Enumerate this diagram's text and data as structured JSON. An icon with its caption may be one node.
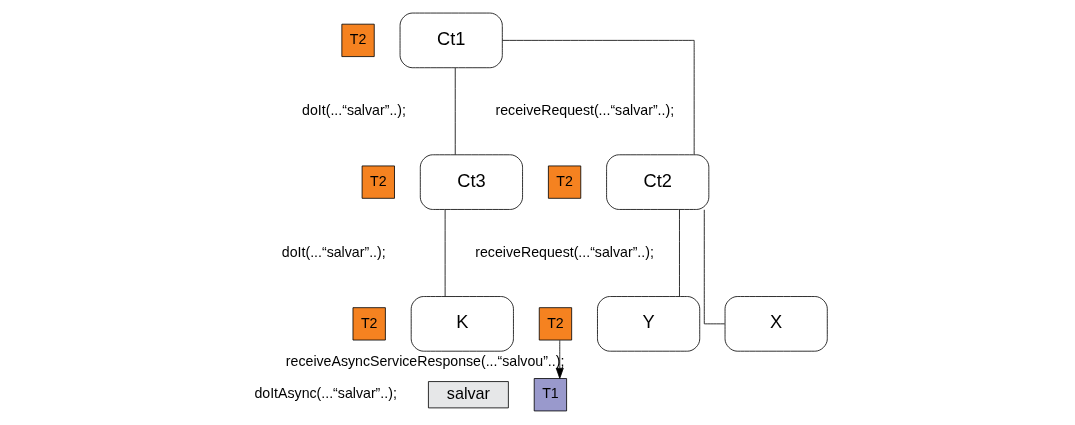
{
  "diagram": {
    "nodes": [
      {
        "text": [
          "Ct1"
        ]
      },
      {
        "text": [
          "Ct2"
        ]
      },
      {
        "text": [
          "Ct3"
        ]
      },
      {
        "text": [
          "X"
        ]
      },
      {
        "text": [
          "Y"
        ]
      },
      {
        "text": [
          "K"
        ]
      },
      {
        "text": [
          "salvar"
        ]
      },
      {
        "text": [
          "T2"
        ]
      },
      {
        "text": [
          "T2"
        ]
      },
      {
        "text": [
          "T2"
        ]
      },
      {
        "text": [
          "T2"
        ]
      },
      {
        "text": [
          "T2"
        ]
      },
      {
        "text": [
          "T1"
        ]
      }
    ],
    "edges": [
      {
        "from": 0,
        "to": 1,
        "arrow": "none"
      },
      {
        "from": 0,
        "to": 2,
        "arrow": "none"
      },
      {
        "from": 1,
        "to": 3,
        "arrow": "none"
      },
      {
        "from": 1,
        "to": 4,
        "arrow": "none"
      },
      {
        "from": 2,
        "to": 5,
        "arrow": "none"
      },
      {
        "from": 11,
        "to": 12,
        "arrow": "to",
        "label": "receiveAsyncServiceResponse(...“salvou”..);"
      }
    ],
    "labels": [
      "doIt(...“salvar”..);",
      "receiveRequest(...“salvar”..);",
      "doIt(...“salvar”..);",
      "receiveRequest(...“salvar”..);",
      "doItAsync(...“salvar”..);"
    ]
  }
}
